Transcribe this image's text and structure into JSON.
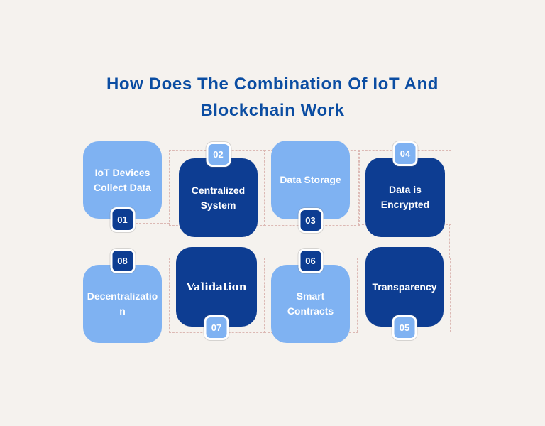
{
  "title": {
    "line1": "How Does The Combination Of IoT And",
    "line2": "Blockchain Work"
  },
  "steps": [
    {
      "number": "01",
      "label": "IoT Devices Collect Data"
    },
    {
      "number": "02",
      "label": "Centralized System"
    },
    {
      "number": "03",
      "label": "Data Storage"
    },
    {
      "number": "04",
      "label": "Data is Encrypted"
    },
    {
      "number": "05",
      "label": "Transparency"
    },
    {
      "number": "06",
      "label": "Smart Contracts"
    },
    {
      "number": "07",
      "label": "Validation"
    },
    {
      "number": "08",
      "label": "Decentralization"
    }
  ],
  "colors": {
    "background": "#f5f2ee",
    "title_blue": "#0b4da2",
    "light_blue": "#7fb2f2",
    "dark_blue": "#0d3d92",
    "dash_pink": "#dcb9b4",
    "text_white": "#ffffff"
  }
}
